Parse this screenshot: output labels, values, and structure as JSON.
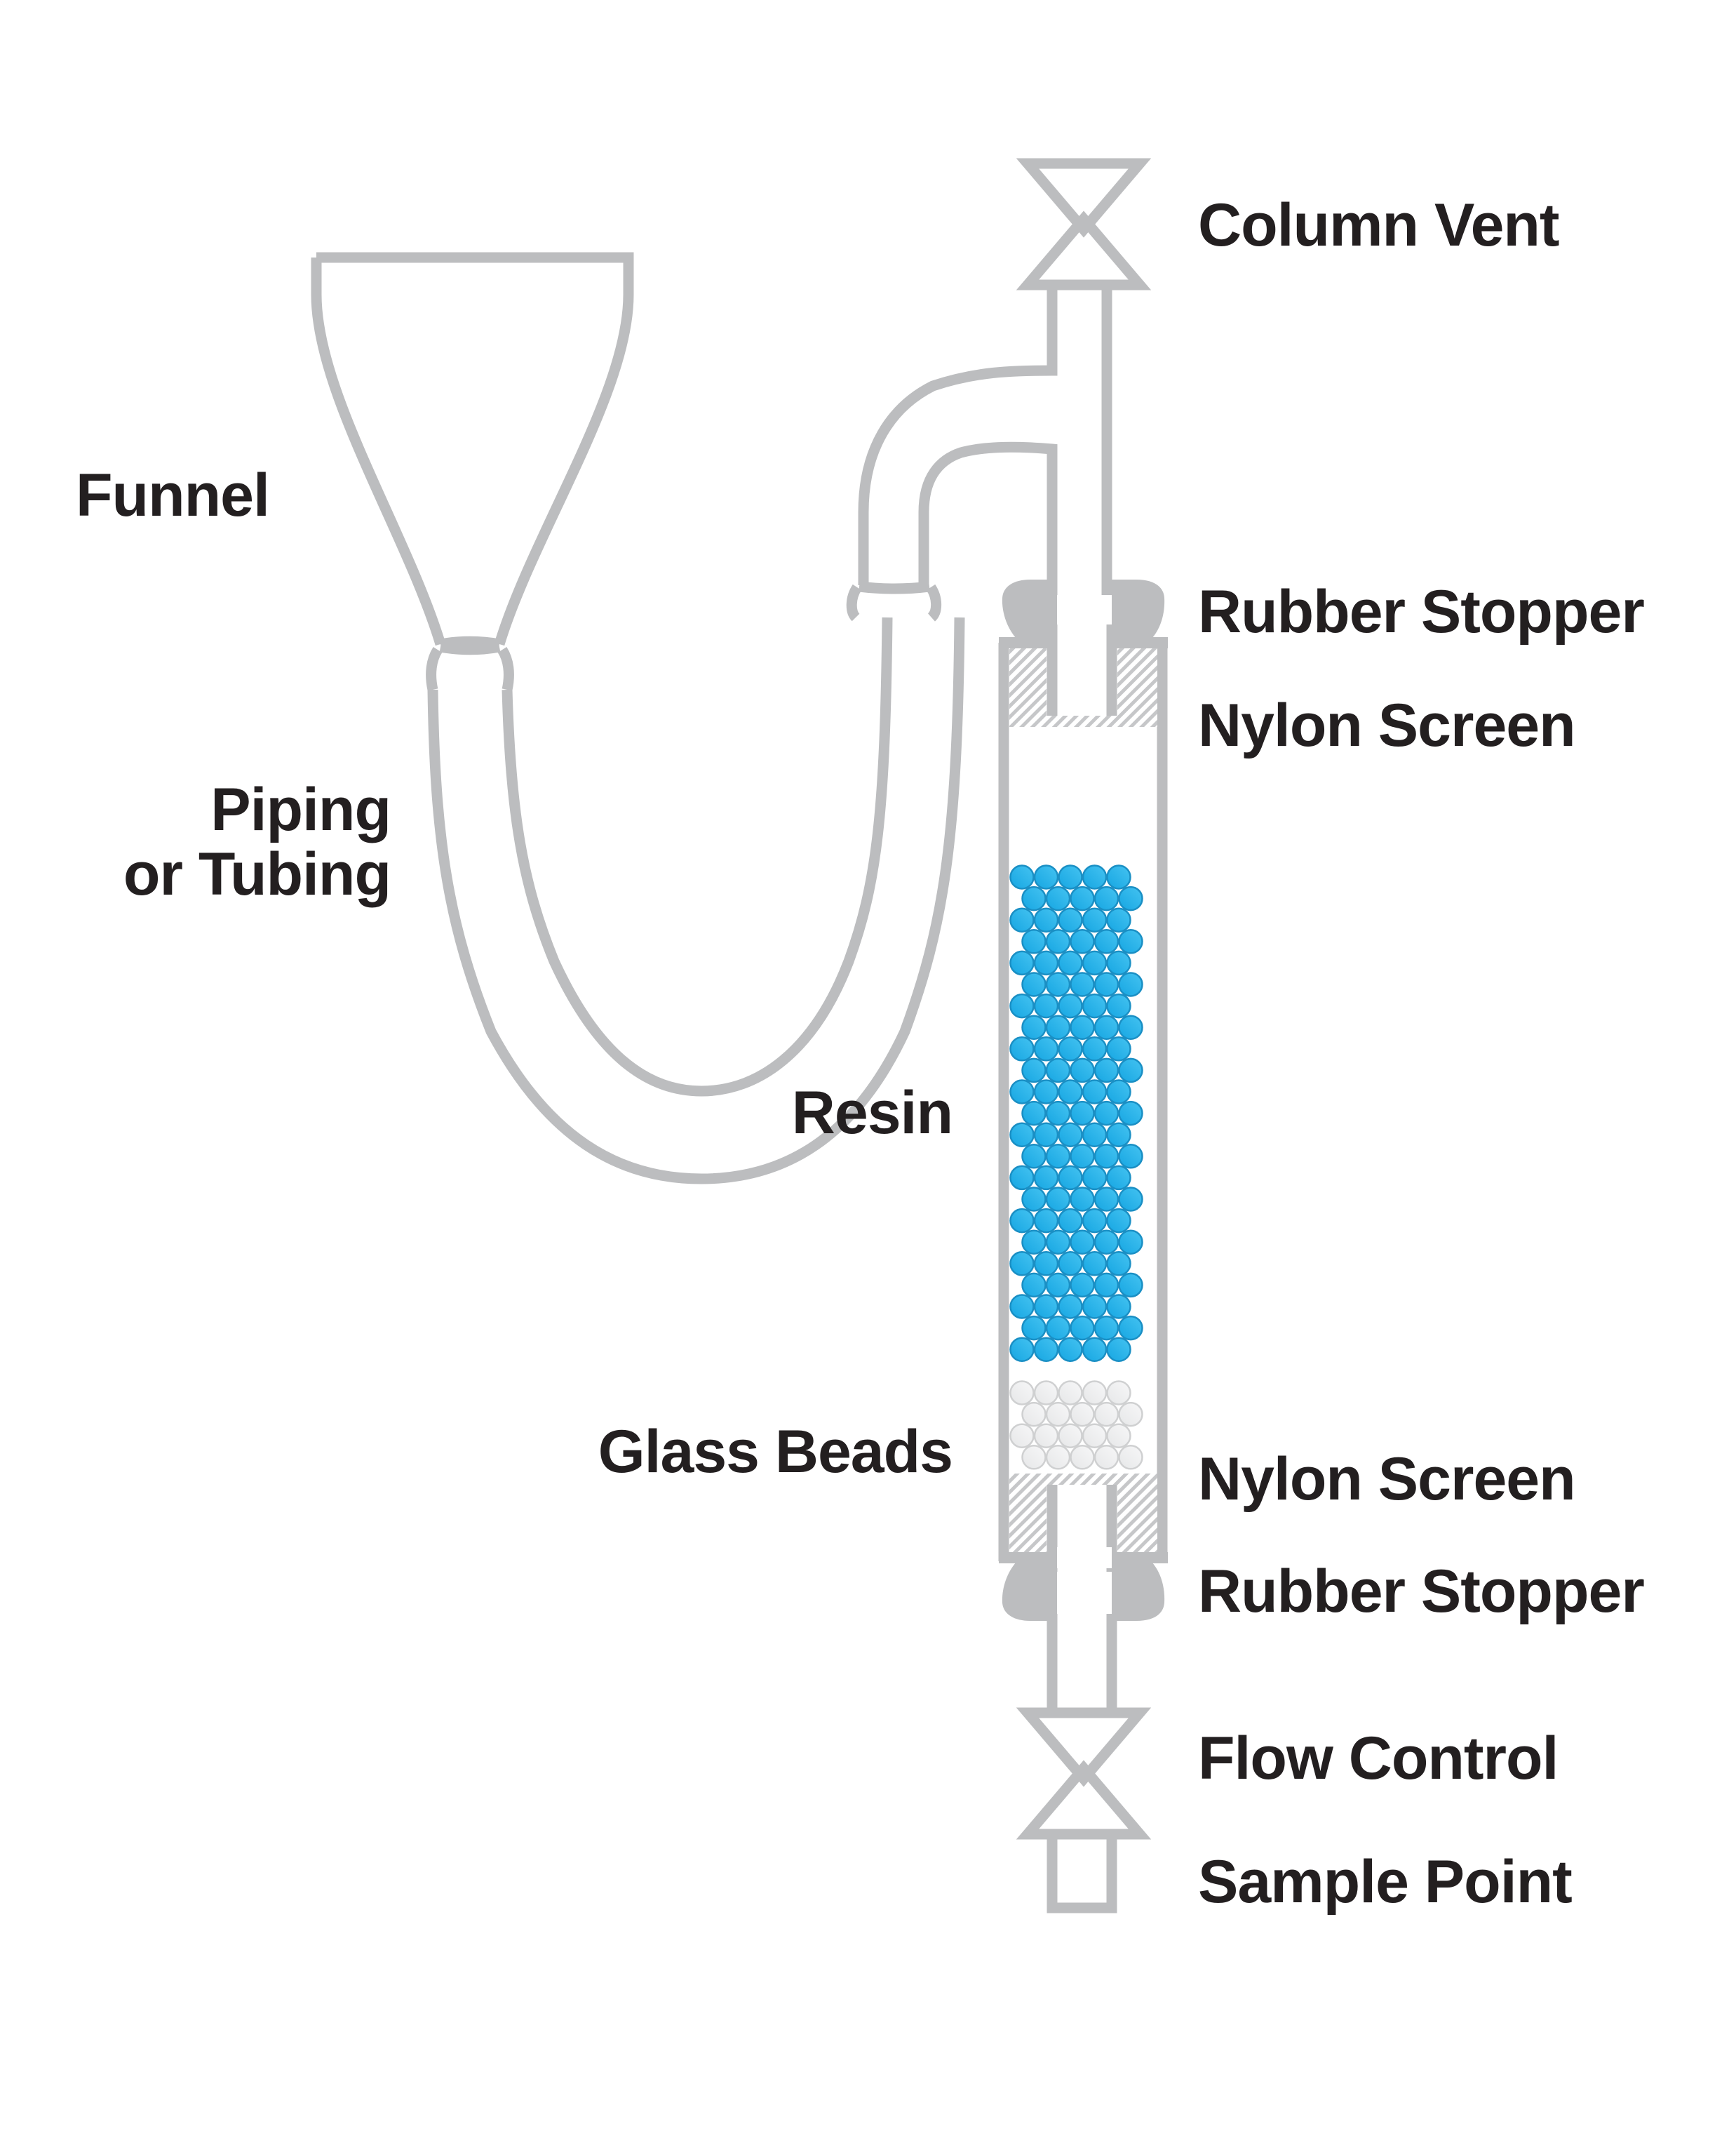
{
  "diagram": {
    "title": "Ion exchange resin column setup",
    "colors": {
      "outline": "#bcbdbf",
      "text": "#231f20",
      "resin_fill": "#29b6ec",
      "resin_stroke": "#1a8fc4",
      "glass_fill": "#efeff0",
      "glass_stroke": "#cfd0d1"
    },
    "labels": {
      "funnel": "Funnel",
      "piping_line1": "Piping",
      "piping_line2": "or Tubing",
      "column_vent": "Column Vent",
      "rubber_stopper_top": "Rubber Stopper",
      "nylon_screen_top": "Nylon Screen",
      "resin": "Resin",
      "glass_beads": "Glass Beads",
      "nylon_screen_bottom": "Nylon Screen",
      "rubber_stopper_bottom": "Rubber Stopper",
      "flow_control": "Flow Control",
      "sample_point": "Sample Point"
    },
    "components": [
      {
        "id": "funnel",
        "icon": "funnel-icon"
      },
      {
        "id": "tubing",
        "icon": "u-tube-icon"
      },
      {
        "id": "column_vent",
        "icon": "valve-icon"
      },
      {
        "id": "rubber_stopper_top",
        "icon": "stopper-icon"
      },
      {
        "id": "nylon_screen_top",
        "icon": "hatched-screen-icon"
      },
      {
        "id": "resin",
        "icon": "blue-bead-pack"
      },
      {
        "id": "glass_beads",
        "icon": "white-bead-pack"
      },
      {
        "id": "nylon_screen_bottom",
        "icon": "hatched-screen-icon"
      },
      {
        "id": "rubber_stopper_bottom",
        "icon": "stopper-icon"
      },
      {
        "id": "flow_control",
        "icon": "valve-icon"
      },
      {
        "id": "sample_point",
        "icon": "outlet-icon"
      }
    ],
    "resin_rows": 23,
    "glass_rows": 4,
    "beads_per_row": 5
  }
}
